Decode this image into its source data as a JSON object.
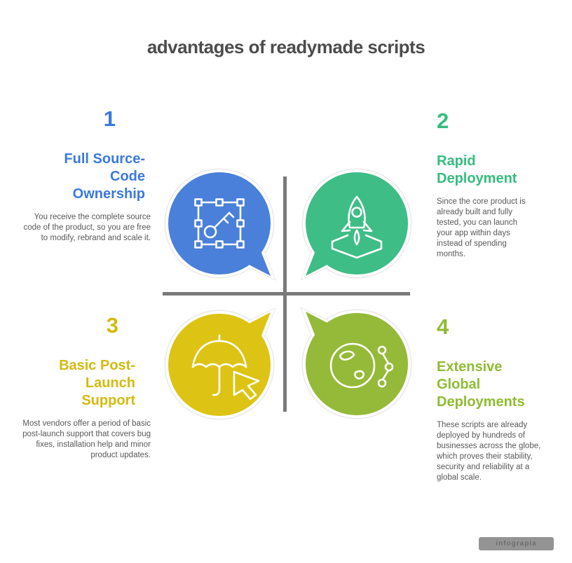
{
  "title": "advantages of readymade scripts",
  "colors": {
    "blue": "#4a80d9",
    "green": "#3ebd86",
    "yellow": "#ddc414",
    "olive": "#95ba39",
    "title_gray": "#4c4c4c",
    "body_gray": "#585858",
    "cross_line_gray": "#7a7a7a"
  },
  "sections": [
    {
      "number": "1",
      "heading_lines": [
        "Full Source-",
        "Code",
        "Ownership"
      ],
      "body": "You receive the complete source code of the product, so you are free to modify, rebrand and scale it.",
      "icon": "selection-frame-key-icon",
      "accent": "#3b79dd"
    },
    {
      "number": "2",
      "heading_lines": [
        "Rapid",
        "Deployment",
        ""
      ],
      "body": "Since the core product is already built and fully tested, you can launch your app within days instead of spending months.",
      "icon": "rocket-launch-icon",
      "accent": "#35bd7e"
    },
    {
      "number": "3",
      "heading_lines": [
        "Basic Post-",
        "Launch",
        "Support"
      ],
      "body": "Most vendors offer a period of basic post-launch support that covers bug fixes, installation help and minor product updates.",
      "icon": "umbrella-cursor-icon",
      "accent": "#d4ba10"
    },
    {
      "number": "4",
      "heading_lines": [
        "Extensive",
        "Global",
        "Deployments"
      ],
      "body": "These scripts are already deployed by hundreds of businesses across the globe, which proves their stability, security and reliability at a global scale.",
      "icon": "globe-network-icon",
      "accent": "#8fbc33"
    }
  ],
  "watermark": {
    "text": "infograpia"
  }
}
